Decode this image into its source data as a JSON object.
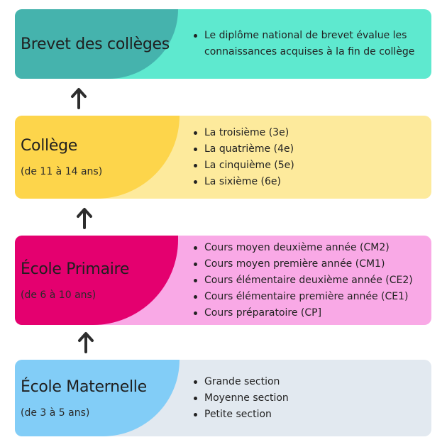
{
  "stages": [
    {
      "id": "brevet",
      "title": "Brevet des collèges",
      "age": "",
      "items": [
        "Le diplôme national de brevet évalue les",
        "connaissances acquises à la fin de collège"
      ],
      "head_color": "#45b3ad",
      "body_color": "#5ee9cf"
    },
    {
      "id": "college",
      "title": "Collège",
      "age": "(de 11 à 14 ans)",
      "items": [
        "La troisième (3e)",
        "La quatrième (4e)",
        "La cinquième (5e)",
        "La sixième (6e)"
      ],
      "head_color": "#fdd54b",
      "body_color": "#fdea9c"
    },
    {
      "id": "primaire",
      "title": "École Primaire",
      "age": "(de 6 à 10 ans)",
      "items": [
        "Cours moyen deuxième année (CM2)",
        "Cours moyen première année (CM1)",
        "Cours élémentaire deuxième année (CE2)",
        "Cours élémentaire première année (CE1)",
        "Cours préparatoire (CP]"
      ],
      "head_color": "#e4006f",
      "body_color": "#f9a9e6"
    },
    {
      "id": "maternelle",
      "title": "École Maternelle",
      "age": "(de 3 à 5 ans)",
      "items": [
        "Grande section",
        "Moyenne section",
        "Petite section"
      ],
      "head_color": "#82cdf7",
      "body_color": "#e2e9f0"
    }
  ],
  "arrow_color": "#2d2d2d"
}
